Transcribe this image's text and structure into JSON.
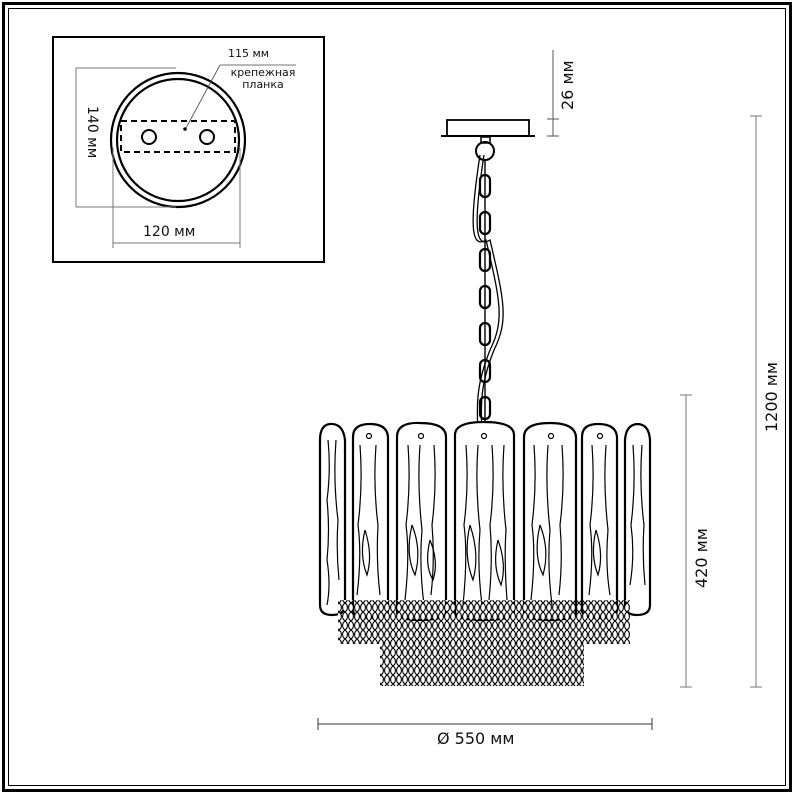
{
  "diagram": {
    "type": "technical-drawing",
    "subject": "pendant chandelier with textured glass panels and bead chain fringe",
    "mount_inset": {
      "label_plate_size": "115 мм",
      "label_plate_name_line1": "крепежная",
      "label_plate_name_line2": "планка",
      "label_height": "140 мм",
      "label_width": "120 мм"
    },
    "dimensions": {
      "canopy_height": "26 мм",
      "total_height": "1200 мм",
      "body_height": "420 мм",
      "diameter": "Ø 550 мм"
    },
    "colors": {
      "line": "#000000",
      "dimension_line": "#777777",
      "background": "#ffffff"
    }
  }
}
